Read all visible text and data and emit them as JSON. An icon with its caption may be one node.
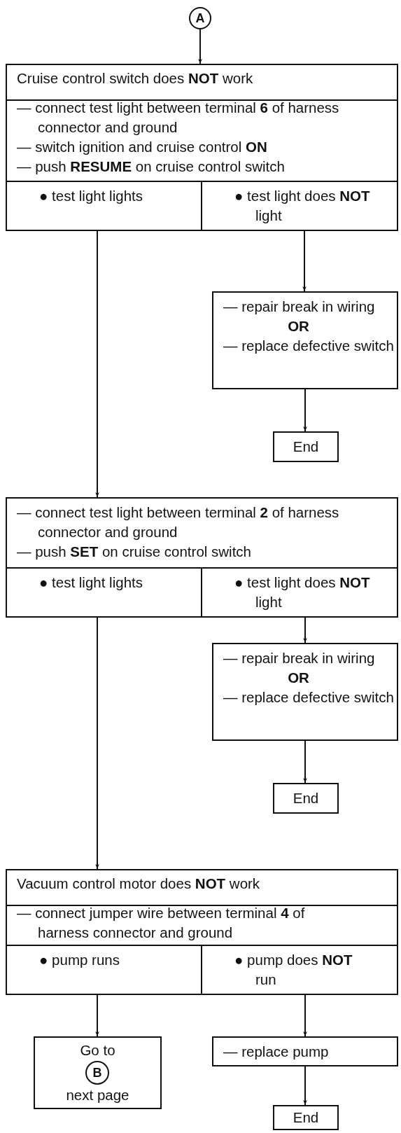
{
  "diagram": {
    "nodes": [
      {
        "text": [
          "A"
        ]
      },
      {
        "text": [
          "Cruise control switch does **NOT** work",
          "— connect test light between terminal **6** of harness connector and ground",
          "— switch ignition and cruise control **ON**",
          "— push **RESUME** on cruise control switch"
        ]
      },
      {
        "text": [
          "● test light lights"
        ],
        "in": 1
      },
      {
        "text": [
          "● test light does **NOT** light"
        ],
        "in": 1
      },
      {
        "text": [
          "— repair break in wiring",
          "OR",
          "— replace defective switch"
        ]
      },
      {
        "text": [
          "End"
        ]
      },
      {
        "text": [
          "— connect test light between terminal **2** of harness connector and ground",
          "— push **SET** on cruise control switch"
        ]
      },
      {
        "text": [
          "● test light lights"
        ],
        "in": 6
      },
      {
        "text": [
          "● test light does **NOT** light"
        ],
        "in": 6
      },
      {
        "text": [
          "— repair break in wiring",
          "OR",
          "— replace defective switch"
        ]
      },
      {
        "text": [
          "End"
        ]
      },
      {
        "text": [
          "Vacuum control motor does **NOT** work",
          "— connect jumper wire between terminal **4** of harness connector and ground"
        ]
      },
      {
        "text": [
          "● pump runs"
        ],
        "in": 11
      },
      {
        "text": [
          "● pump does **NOT** run"
        ],
        "in": 11
      },
      {
        "text": [
          "Go to",
          "next page"
        ]
      },
      {
        "text": [
          "B"
        ],
        "in": 14
      },
      {
        "text": [
          "— replace pump"
        ]
      },
      {
        "text": [
          "End"
        ]
      }
    ],
    "edges": [
      {
        "from": 0,
        "to": 1,
        "arrow": "to"
      },
      {
        "from": 2,
        "to": 6,
        "arrow": "to"
      },
      {
        "from": 3,
        "to": 4,
        "arrow": "to"
      },
      {
        "from": 4,
        "to": 5,
        "arrow": "to"
      },
      {
        "from": 7,
        "to": 11,
        "arrow": "to"
      },
      {
        "from": 8,
        "to": 9,
        "arrow": "to"
      },
      {
        "from": 9,
        "to": 10,
        "arrow": "to"
      },
      {
        "from": 12,
        "to": 14,
        "arrow": "to"
      },
      {
        "from": 13,
        "to": 16,
        "arrow": "to"
      },
      {
        "from": 16,
        "to": 17,
        "arrow": "to"
      }
    ]
  }
}
